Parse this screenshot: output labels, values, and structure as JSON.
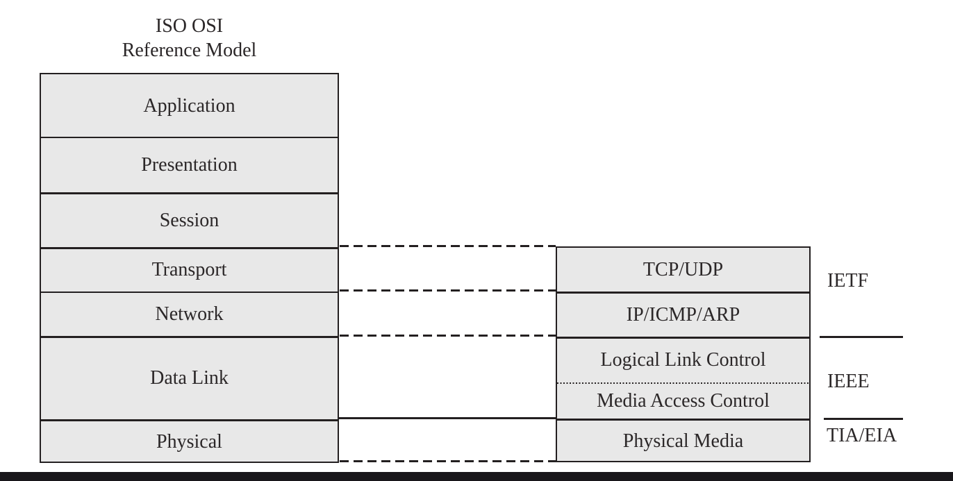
{
  "title": {
    "line1": "ISO OSI",
    "line2": "Reference Model"
  },
  "osi_stack": {
    "layers": [
      {
        "label": "Application"
      },
      {
        "label": "Presentation"
      },
      {
        "label": "Session"
      },
      {
        "label": "Transport"
      },
      {
        "label": "Network"
      },
      {
        "label": "Data Link"
      },
      {
        "label": "Physical"
      }
    ]
  },
  "protocol_stack": {
    "layers": [
      {
        "label": "TCP/UDP"
      },
      {
        "label": "IP/ICMP/ARP"
      },
      {
        "label": "Logical Link Control"
      },
      {
        "label": "Media Access Control"
      },
      {
        "label": "Physical Media"
      }
    ]
  },
  "standards_bodies": [
    {
      "label": "IETF"
    },
    {
      "label": "IEEE"
    },
    {
      "label": "TIA/EIA"
    }
  ],
  "colors": {
    "box_fill": "#e8e8e8",
    "line": "#231f20",
    "text": "#2b2728",
    "bottom_bar": "#18161a"
  }
}
